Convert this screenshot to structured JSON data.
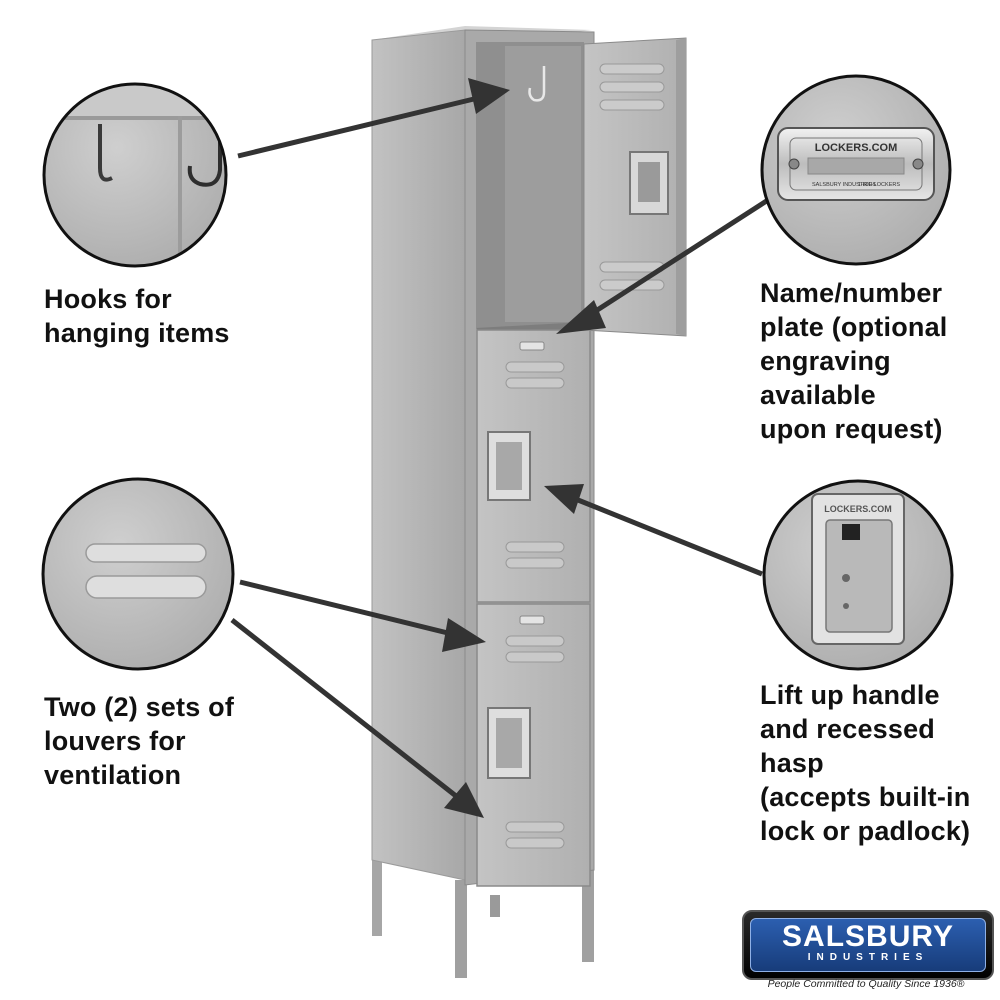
{
  "callouts": {
    "hooks": "Hooks for\nhanging items",
    "nameplate": "Name/number\nplate (optional\nengraving available\nupon request)",
    "louvers": "Two (2) sets of\nlouvers for\nventilation",
    "handle": "Lift up handle\nand recessed hasp\n(accepts built-in\nlock or padlock)"
  },
  "plate": {
    "brand": "LOCKERS.COM",
    "small_left": "SALSBURY INDUSTRIES",
    "small_right": "1-800-LOCKERS"
  },
  "hasp": {
    "brand": "LOCKERS.COM"
  },
  "logo": {
    "name": "SALSBURY",
    "sub": "INDUSTRIES",
    "tagline": "People Committed to Quality Since 1936®"
  },
  "colors": {
    "locker": "#b4b4b4",
    "locker_shadow": "#8c8c8c",
    "arrow": "#333333",
    "logo_blue": "#234f9a"
  }
}
